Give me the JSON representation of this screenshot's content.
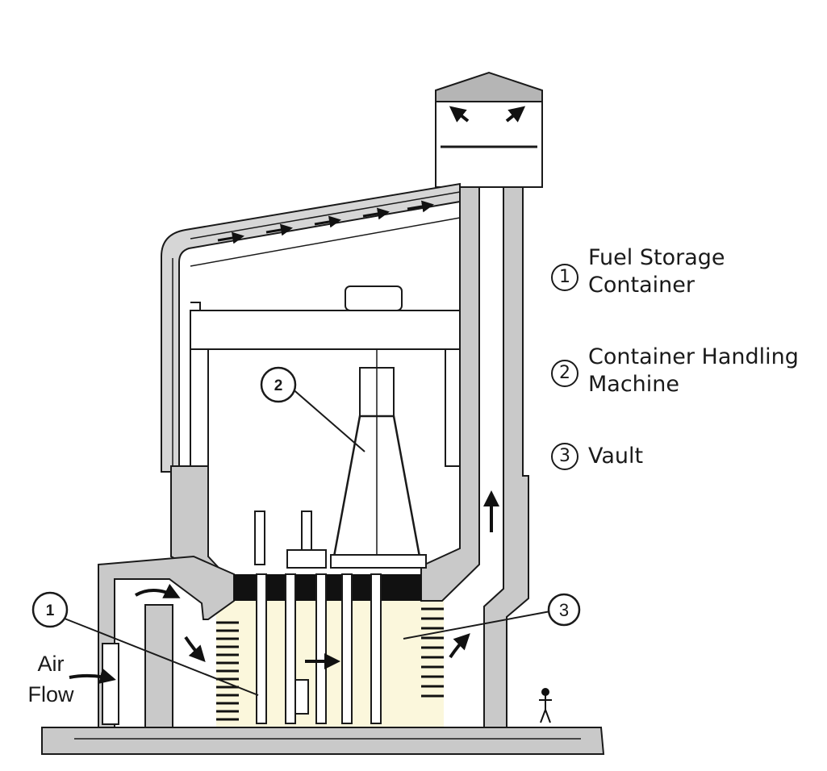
{
  "legend": [
    {
      "number": "1",
      "line1": "Fuel Storage",
      "line2": "Container"
    },
    {
      "number": "2",
      "line1": "Container Handling",
      "line2": "Machine"
    },
    {
      "number": "3",
      "line1": "Vault",
      "line2": ""
    }
  ],
  "callouts": {
    "c1": "1",
    "c2": "2",
    "c3": "3"
  },
  "air_flow": {
    "line1": "Air",
    "line2": "Flow"
  },
  "colors": {
    "concrete": "#c9c9c9",
    "vault_fill": "#fbf7dc",
    "ink": "#1a1a1a",
    "black": "#111111"
  }
}
